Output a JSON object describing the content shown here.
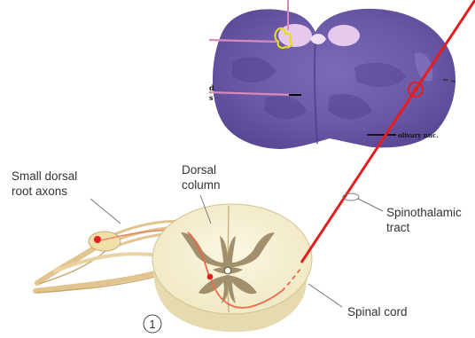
{
  "labels": {
    "small_dorsal_line1": "Small dorsal",
    "small_dorsal_line2": "root axons",
    "dorsal_line1": "Dorsal",
    "dorsal_line2": "column",
    "spinothalamic_line1": "Spinothalamic",
    "spinothalamic_line2": "tract",
    "spinal_cord": "Spinal cord",
    "circled_number": "1"
  },
  "slide_labels": {
    "olivary": "olivary nuc.",
    "left_d": "d",
    "left_s": "s"
  },
  "colors": {
    "tract_red": "#e41e1e",
    "stain_purple": "#6d5aa8",
    "cord_cream": "#f4efcf",
    "gray_matter": "#a28f6c",
    "pointer_pink": "#d78bbd",
    "nucleus_yellow": "#e8dc1a"
  }
}
